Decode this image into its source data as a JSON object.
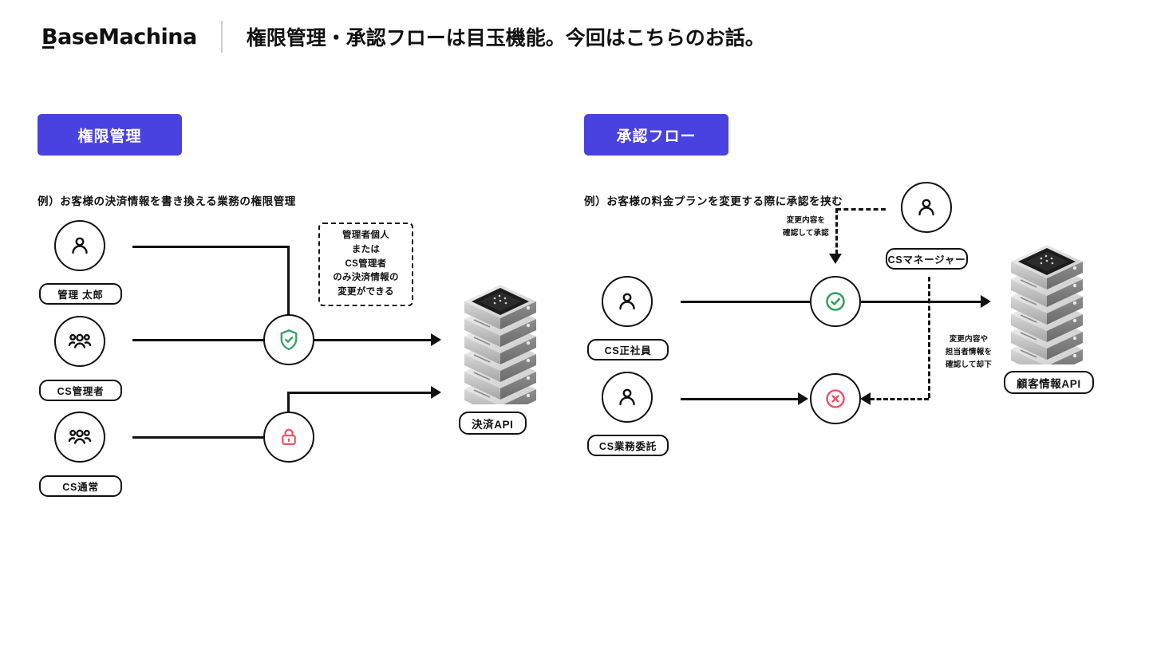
{
  "header": {
    "logo": "BaseMachina",
    "title": "権限管理・承認フローは目玉機能。今回はこちらのお話。"
  },
  "colors": {
    "badge_purple": "#4a42e0",
    "shield_green": "#3aa268",
    "check_green": "#2f9e5e",
    "lock_red": "#e8576a",
    "cross_red": "#e8576a",
    "ink": "#111111"
  },
  "left_section": {
    "badge_label": "権限管理",
    "caption": "例）お客様の決済情報を書き換える業務の権限管理",
    "actors": [
      {
        "icon": "user-icon",
        "label": "管理 太郎"
      },
      {
        "icon": "users-icon",
        "label": "CS管理者"
      },
      {
        "icon": "users-icon",
        "label": "CS通常"
      }
    ],
    "gates": [
      {
        "icon": "shield-check-icon",
        "name": "allow-gate"
      },
      {
        "icon": "lock-icon",
        "name": "deny-gate"
      }
    ],
    "note_lines": [
      "管理者個人",
      "または",
      "CS管理者",
      "のみ決済情報の",
      "変更ができる"
    ],
    "server": {
      "label": "決済API"
    }
  },
  "right_section": {
    "badge_label": "承認フロー",
    "caption": "例）お客様の料金プランを変更する際に承認を挟む",
    "actors": [
      {
        "icon": "user-icon",
        "label": "CS正社員"
      },
      {
        "icon": "user-icon",
        "label": "CS業務委託"
      }
    ],
    "approver": {
      "icon": "user-icon",
      "label": "CSマネージャー"
    },
    "gates": [
      {
        "icon": "check-circle-icon",
        "name": "approve-gate"
      },
      {
        "icon": "x-circle-icon",
        "name": "reject-gate"
      }
    ],
    "annotations": [
      {
        "name": "approve-annotation",
        "lines": [
          "変更内容を",
          "確認して承認"
        ]
      },
      {
        "name": "reject-annotation",
        "lines": [
          "変更内容や",
          "担当者情報を",
          "確認して却下"
        ]
      }
    ],
    "server": {
      "label": "顧客情報API"
    }
  }
}
